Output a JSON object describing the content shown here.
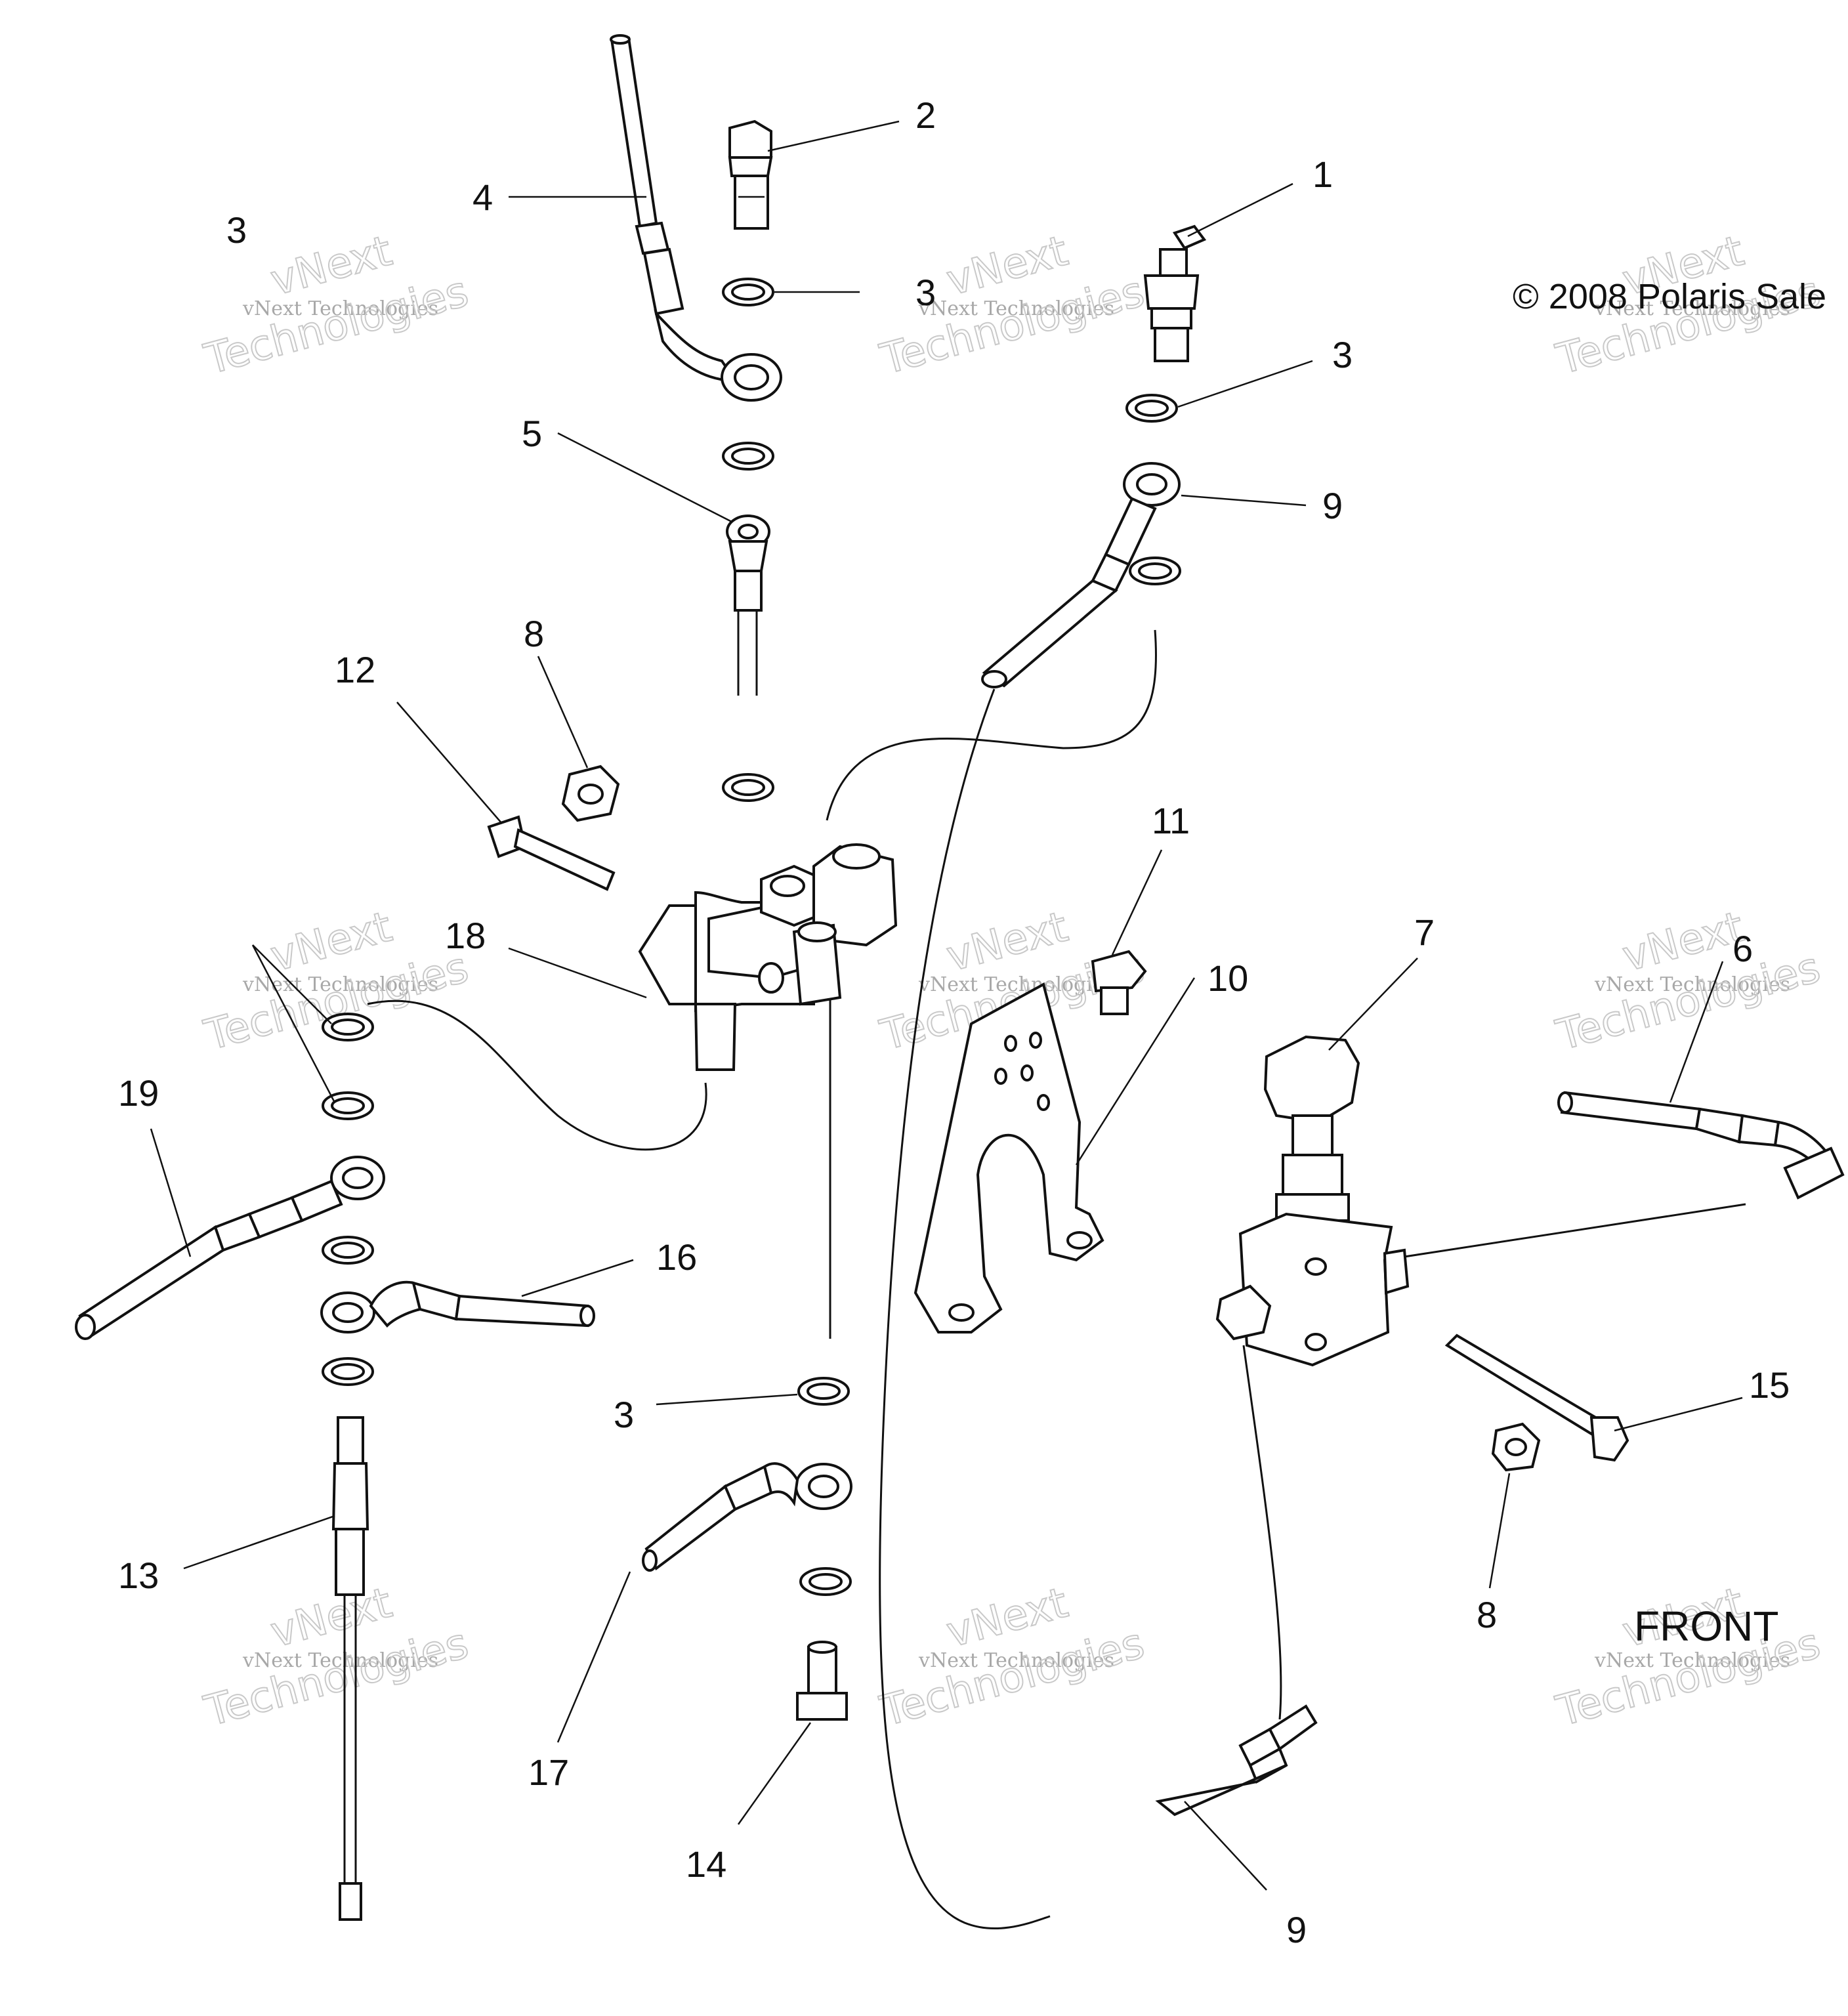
{
  "copyright": "© 2008 Polaris Sale",
  "front_label": "FRONT",
  "watermark": {
    "line1": "vNext",
    "line2": "vNext Technologies",
    "line3": "Technologies"
  },
  "callouts": {
    "c1": "1",
    "c2": "2",
    "c3a": "3",
    "c3b": "3",
    "c3c": "3",
    "c3d": "3",
    "c4": "4",
    "c5": "5",
    "c6": "6",
    "c7": "7",
    "c8a": "8",
    "c8b": "8",
    "c9a": "9",
    "c9b": "9",
    "c10": "10",
    "c11": "11",
    "c12": "12",
    "c13": "13",
    "c14": "14",
    "c15": "15",
    "c16": "16",
    "c17": "17",
    "c18": "18",
    "c19": "19"
  }
}
